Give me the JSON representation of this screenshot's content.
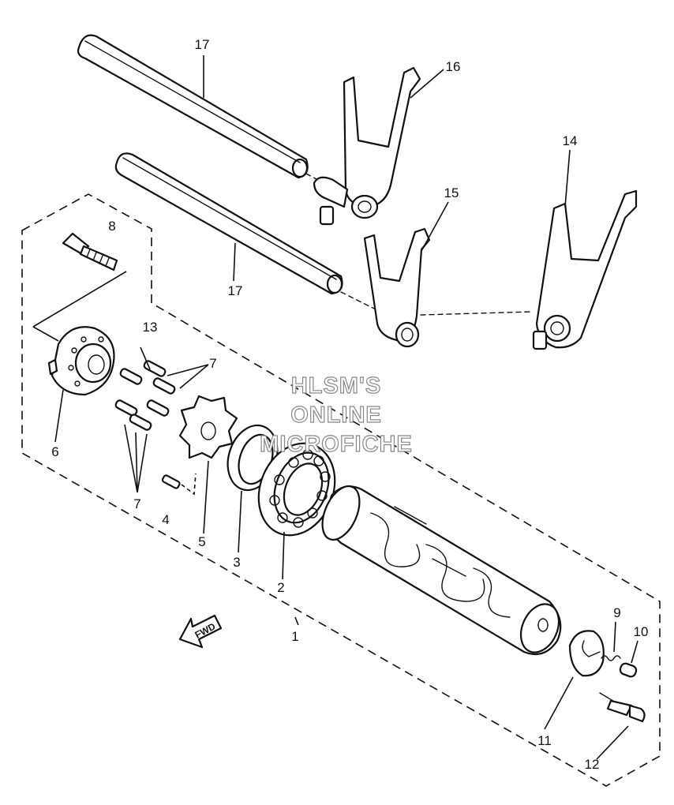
{
  "diagram": {
    "labels": {
      "l1": "1",
      "l2": "2",
      "l3": "3",
      "l4": "4",
      "l5": "5",
      "l6": "6",
      "l7a": "7",
      "l7b": "7",
      "l8": "8",
      "l9": "9",
      "l10": "10",
      "l11": "11",
      "l12": "12",
      "l13": "13",
      "l14": "14",
      "l15": "15",
      "l16": "16",
      "l17a": "17",
      "l17b": "17"
    },
    "fwd_label": "FWD",
    "watermark": [
      "HLSM'S",
      "ONLINE",
      "MICROFICHE"
    ]
  }
}
